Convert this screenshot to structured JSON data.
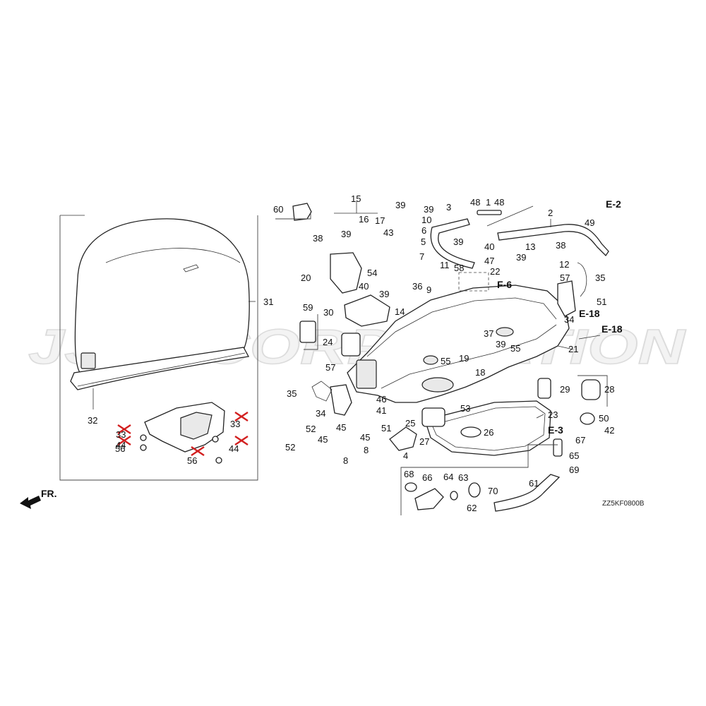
{
  "watermark": "JJSP CORPORATION",
  "drawing_code": "ZZ5KF0800B",
  "front_label": "FR.",
  "reference_labels": [
    "E-2",
    "F-6",
    "E-18",
    "E-18",
    "E-3"
  ],
  "callouts": [
    "31",
    "32",
    "33",
    "33",
    "44",
    "44",
    "56",
    "56",
    "60",
    "15",
    "16",
    "17",
    "38",
    "39",
    "43",
    "20",
    "40",
    "39",
    "54",
    "14",
    "59",
    "30",
    "24",
    "39",
    "39",
    "10",
    "3",
    "6",
    "5",
    "7",
    "39",
    "11",
    "58",
    "9",
    "36",
    "48",
    "1",
    "48",
    "2",
    "49",
    "40",
    "39",
    "38",
    "47",
    "22",
    "13",
    "12",
    "57",
    "35",
    "51",
    "34",
    "37",
    "39",
    "55",
    "55",
    "19",
    "18",
    "21",
    "29",
    "28",
    "50",
    "42",
    "57",
    "35",
    "34",
    "46",
    "41",
    "51",
    "52",
    "45",
    "45",
    "8",
    "52",
    "45",
    "8",
    "4",
    "25",
    "53",
    "27",
    "26",
    "23",
    "67",
    "65",
    "69",
    "68",
    "66",
    "64",
    "63",
    "62",
    "70",
    "61"
  ]
}
